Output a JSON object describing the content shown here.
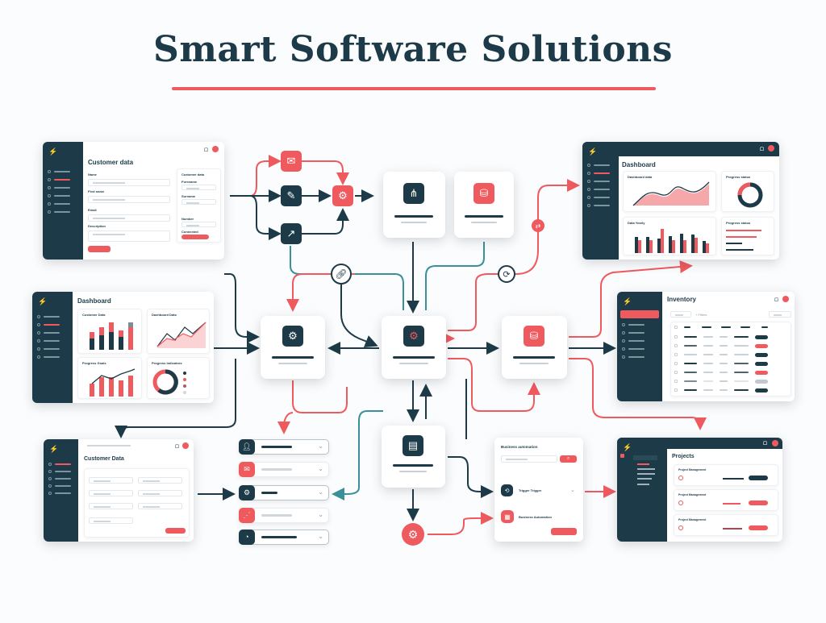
{
  "title": "Smart Software Solutions",
  "colors": {
    "dark": "#1c3a48",
    "accent": "#ef5a5f",
    "teal": "#3a8f99"
  },
  "customer_form": {
    "title": "Customer data",
    "fields": [
      "Name",
      "First name",
      "Email",
      "Description"
    ],
    "side_title": "Customer data",
    "side_fields": [
      "Forename",
      "Surname",
      "Number",
      "Connected"
    ]
  },
  "dashboard_right": {
    "title": "Dashboard",
    "cards": [
      "Dashboard data",
      "Progress status",
      "Data Yearly",
      "Progress status"
    ]
  },
  "dashboard_left": {
    "title": "Dashboard",
    "cards": [
      "Customer Data",
      "Dashboard Data",
      "Progress Goals",
      "Progress Indicators"
    ]
  },
  "inventory": {
    "title": "Inventory",
    "filter": "+ Filters",
    "row_count": 7
  },
  "customer_data_bottom": {
    "title": "Customer Data"
  },
  "business_automation": {
    "title": "Business automation",
    "trigger": "Trigger Trigger",
    "action": "Business Automation"
  },
  "projects": {
    "title": "Projects",
    "items": [
      "Project Management",
      "Project Management",
      "Project Management"
    ]
  },
  "icons": [
    "mail-icon",
    "edit-icon",
    "chart-icon",
    "gear-icon",
    "hierarchy-icon",
    "database-icon",
    "link-icon",
    "refresh-icon",
    "document-icon",
    "user-icon",
    "share-icon"
  ]
}
